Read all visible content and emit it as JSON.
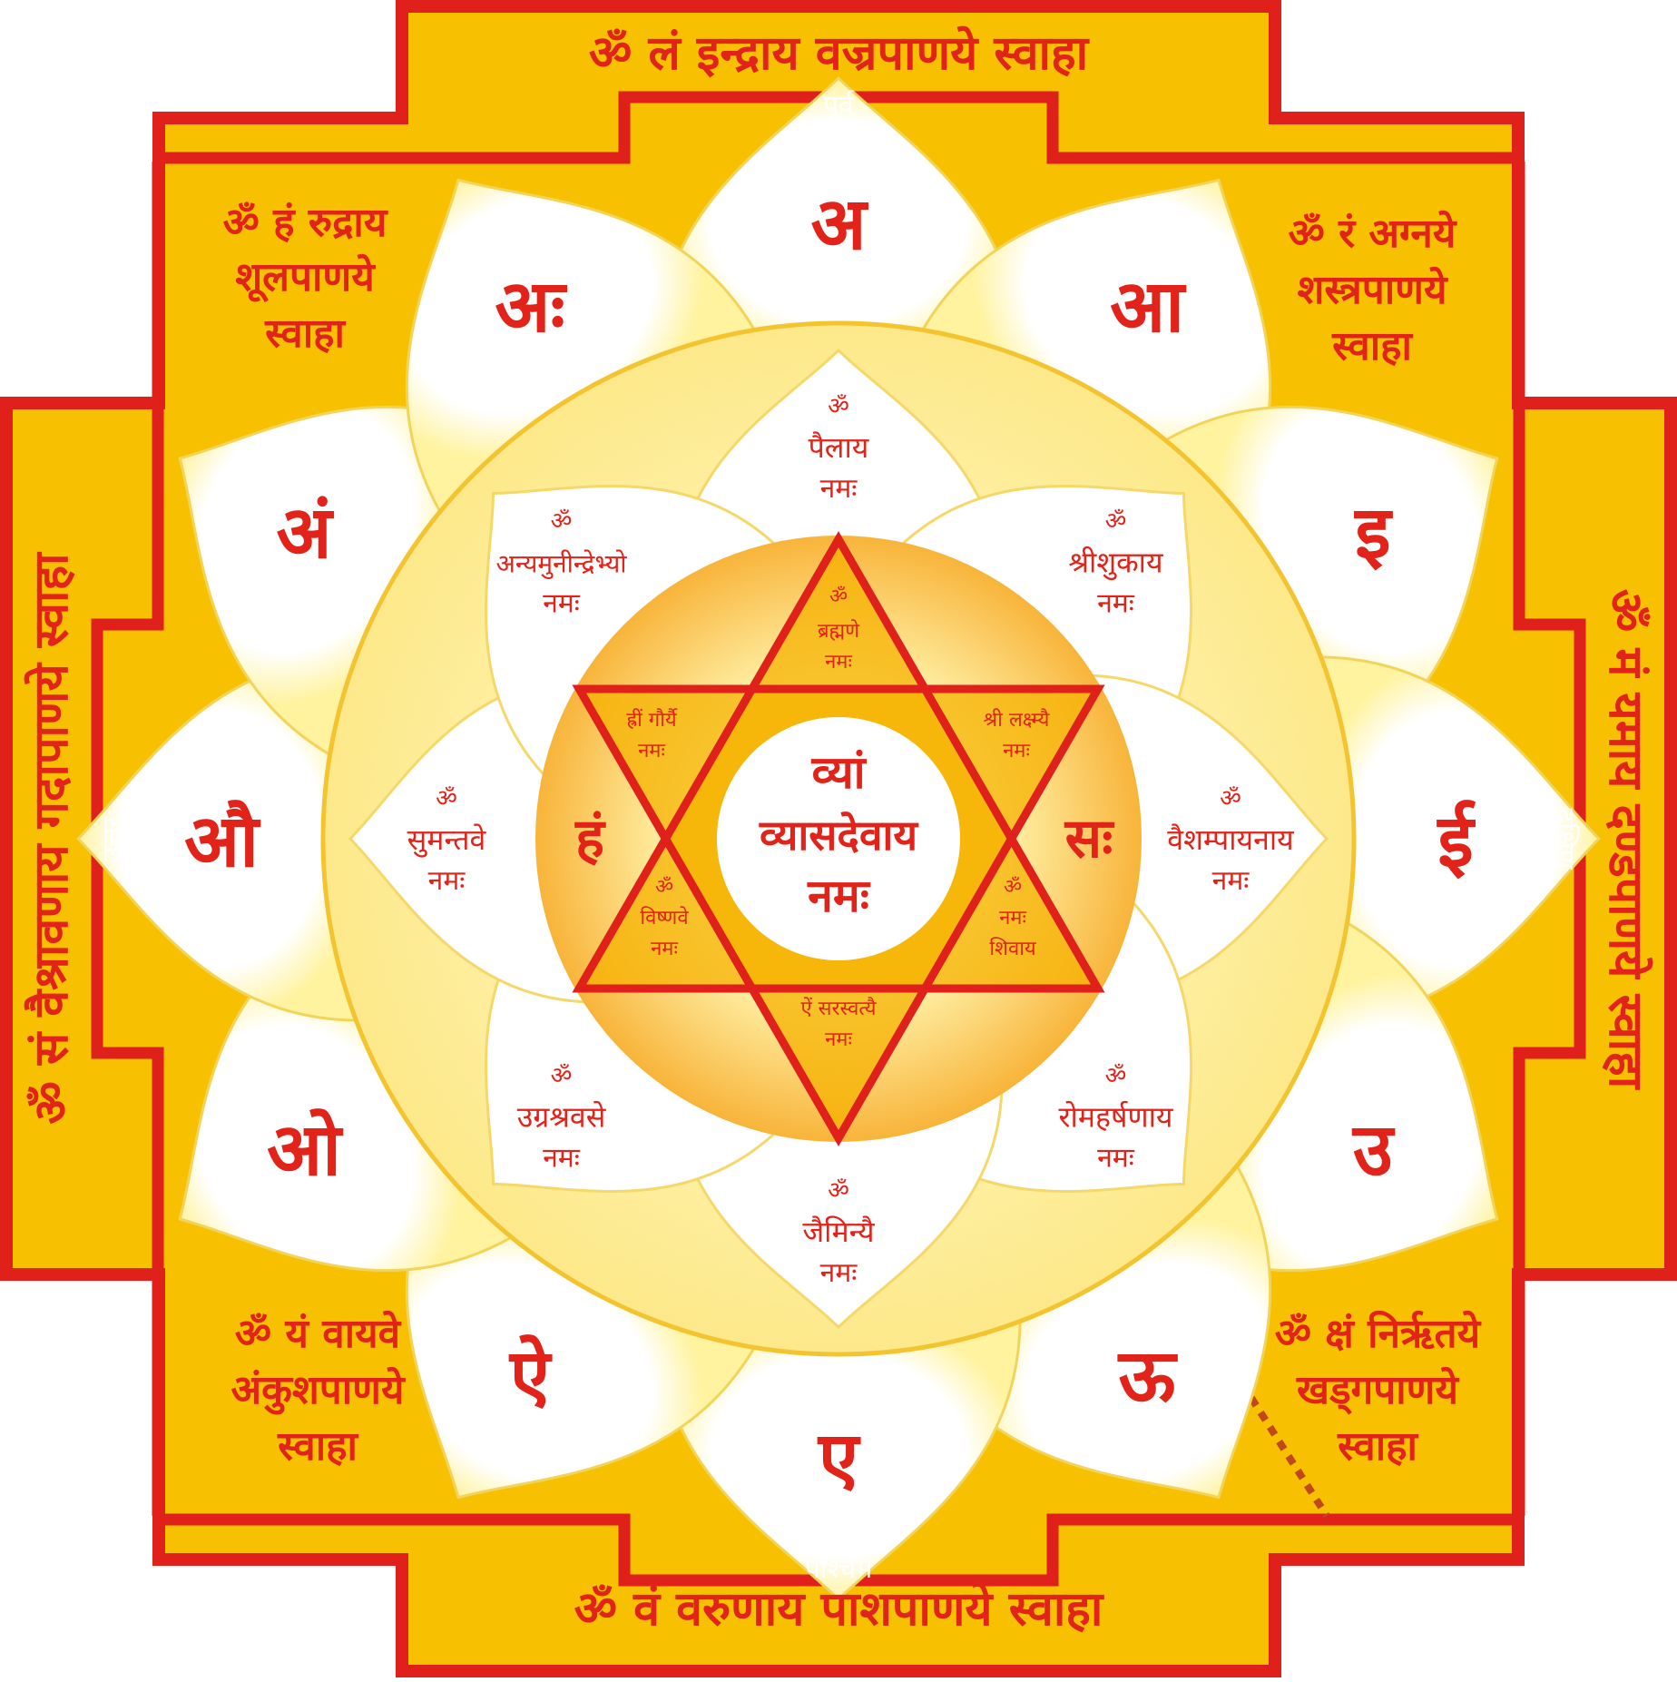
{
  "colors": {
    "gold": "#f7c000",
    "red": "#e0201a",
    "text": "#e2231a",
    "cream": "#fff6b8",
    "light": "#fdf5a8",
    "white": "#ffffff",
    "direction_text": "#ffffff"
  },
  "gates": {
    "top": "ॐ लं इन्द्राय वज्रपाणये स्वाहा",
    "bottom": "ॐ वं वरुणाय पाशपाणये स्वाहा",
    "left": "ॐ सं वैश्रावणाय गदापाणये स्वाहा",
    "right": "ॐ मं यमाय दण्डपाणये स्वाहा"
  },
  "directions": {
    "east": "पूर्व",
    "west": "पश्चिम",
    "north": "उत्तर",
    "south": "दक्षिण"
  },
  "corners": {
    "top_left": [
      "ॐ हं रुद्राय",
      "शूलपाणये",
      "स्वाहा"
    ],
    "top_right": [
      "ॐ रं अग्नये",
      "शस्त्रपाणये",
      "स्वाहा"
    ],
    "bottom_left": [
      "ॐ यं वायवे",
      "अंकुशपाणये",
      "स्वाहा"
    ],
    "bottom_right": [
      "ॐ क्षं निर्ऋतये",
      "खड्गपाणये",
      "स्वाहा"
    ]
  },
  "outer_petals": [
    "अ",
    "आ",
    "इ",
    "ई",
    "उ",
    "ऊ",
    "ए",
    "ऐ",
    "ओ",
    "औ",
    "अं",
    "अः"
  ],
  "inner_petals": [
    {
      "om": "ॐ",
      "line1": "पैलाय",
      "line2": "नमः"
    },
    {
      "om": "ॐ",
      "line1": "श्रीशुकाय",
      "line2": "नमः"
    },
    {
      "om": "ॐ",
      "line1": "वैशम्पायनाय",
      "line2": "नमः"
    },
    {
      "om": "ॐ",
      "line1": "रोमहर्षणाय",
      "line2": "नमः"
    },
    {
      "om": "ॐ",
      "line1": "जैमिन्यै",
      "line2": "नमः"
    },
    {
      "om": "ॐ",
      "line1": "उग्रश्रवसे",
      "line2": "नमः"
    },
    {
      "om": "ॐ",
      "line1": "सुमन्तवे",
      "line2": "नमः"
    },
    {
      "om": "ॐ",
      "line1": "अन्यमुनीन्द्रेभ्यो",
      "line2": "नमः"
    }
  ],
  "star_points": {
    "top": [
      "ॐ",
      "ब्रह्मणे",
      "नमः"
    ],
    "upper_left": [
      "ह्रीं गौर्यै",
      "नमः"
    ],
    "upper_right": [
      "श्री लक्ष्म्यै",
      "नमः"
    ],
    "lower_left": [
      "ॐ",
      "विष्णवे",
      "नमः"
    ],
    "lower_right": [
      "ॐ",
      "नमः",
      "शिवाय"
    ],
    "bottom": [
      "ऐं सरस्वत्यै",
      "नमः"
    ]
  },
  "side_letters": {
    "left": "हं",
    "right": "सः"
  },
  "center": [
    "व्यां",
    "व्यासदेवाय",
    "नमः"
  ]
}
